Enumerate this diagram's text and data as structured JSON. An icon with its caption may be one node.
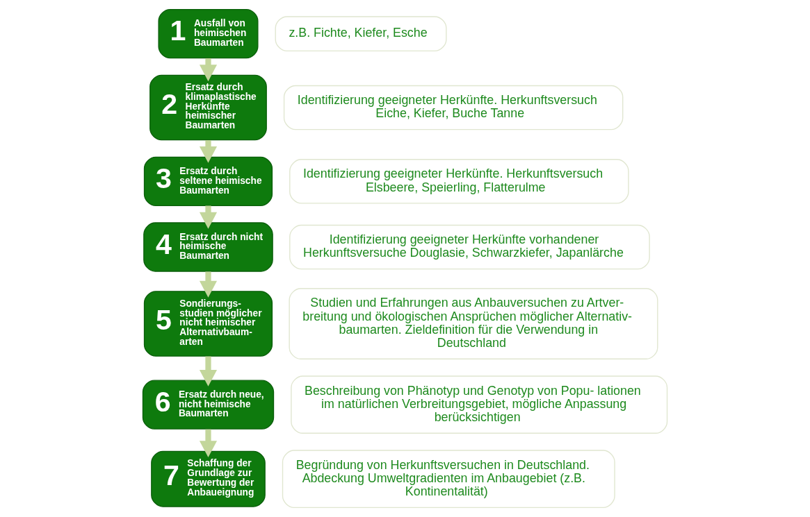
{
  "diagram": {
    "nodes": [
      {
        "text": [
          "1",
          "Ausfall von heimischen Baumarten"
        ]
      },
      {
        "text": [
          "z.B. Fichte, Kiefer, Esche"
        ]
      },
      {
        "text": [
          "2",
          "Ersatz durch klimaplastische Herkünfte heimischer Baumarten"
        ]
      },
      {
        "text": [
          "Identifizierung geeigneter Herkünfte. Herkunftsversuch Eiche, Kiefer, Buche Tanne"
        ]
      },
      {
        "text": [
          "3",
          "Ersatz durch seltene heimische Baumarten"
        ]
      },
      {
        "text": [
          "Identifizierung geeigneter Herkünfte. Herkunftsversuch Elsbeere, Speierling, Flatterulme"
        ]
      },
      {
        "text": [
          "4",
          "Ersatz durch nicht heimische Baumarten"
        ]
      },
      {
        "text": [
          "Identifizierung geeigneter Herkünfte vorhandener Herkunftsversuche Douglasie, Schwarzkiefer, Japanlärche"
        ]
      },
      {
        "text": [
          "5",
          "Sondierungs- studien möglicher nicht heimischer Alternativbaum- arten"
        ]
      },
      {
        "text": [
          "Studien und Erfahrungen aus Anbauversuchen zu Artver- breitung und ökologischen Ansprüchen möglicher Alternativ- baumarten. Zieldefinition für die Verwendung in Deutschland"
        ]
      },
      {
        "text": [
          "6",
          "Ersatz durch neue, nicht heimische Baumarten"
        ]
      },
      {
        "text": [
          "Beschreibung von Phänotyp und Genotyp von Popu- lationen im natürlichen Verbreitungsgebiet, mögliche Anpassung berücksichtigen"
        ]
      },
      {
        "text": [
          "7",
          "Schaffung der Grundlage zur Bewertung der Anbaueignung"
        ]
      },
      {
        "text": [
          "Begründung von Herkunftsversuchen in Deutschland. Abdeckung Umweltgradienten im Anbaugebiet (z.B. Kontinentalität)"
        ]
      }
    ],
    "edges": [
      {
        "from": 0,
        "to": 2,
        "arrow": "to"
      },
      {
        "from": 2,
        "to": 4,
        "arrow": "to"
      },
      {
        "from": 4,
        "to": 6,
        "arrow": "to"
      },
      {
        "from": 6,
        "to": 8,
        "arrow": "to"
      },
      {
        "from": 8,
        "to": 10,
        "arrow": "to"
      },
      {
        "from": 10,
        "to": 12,
        "arrow": "to"
      }
    ]
  }
}
